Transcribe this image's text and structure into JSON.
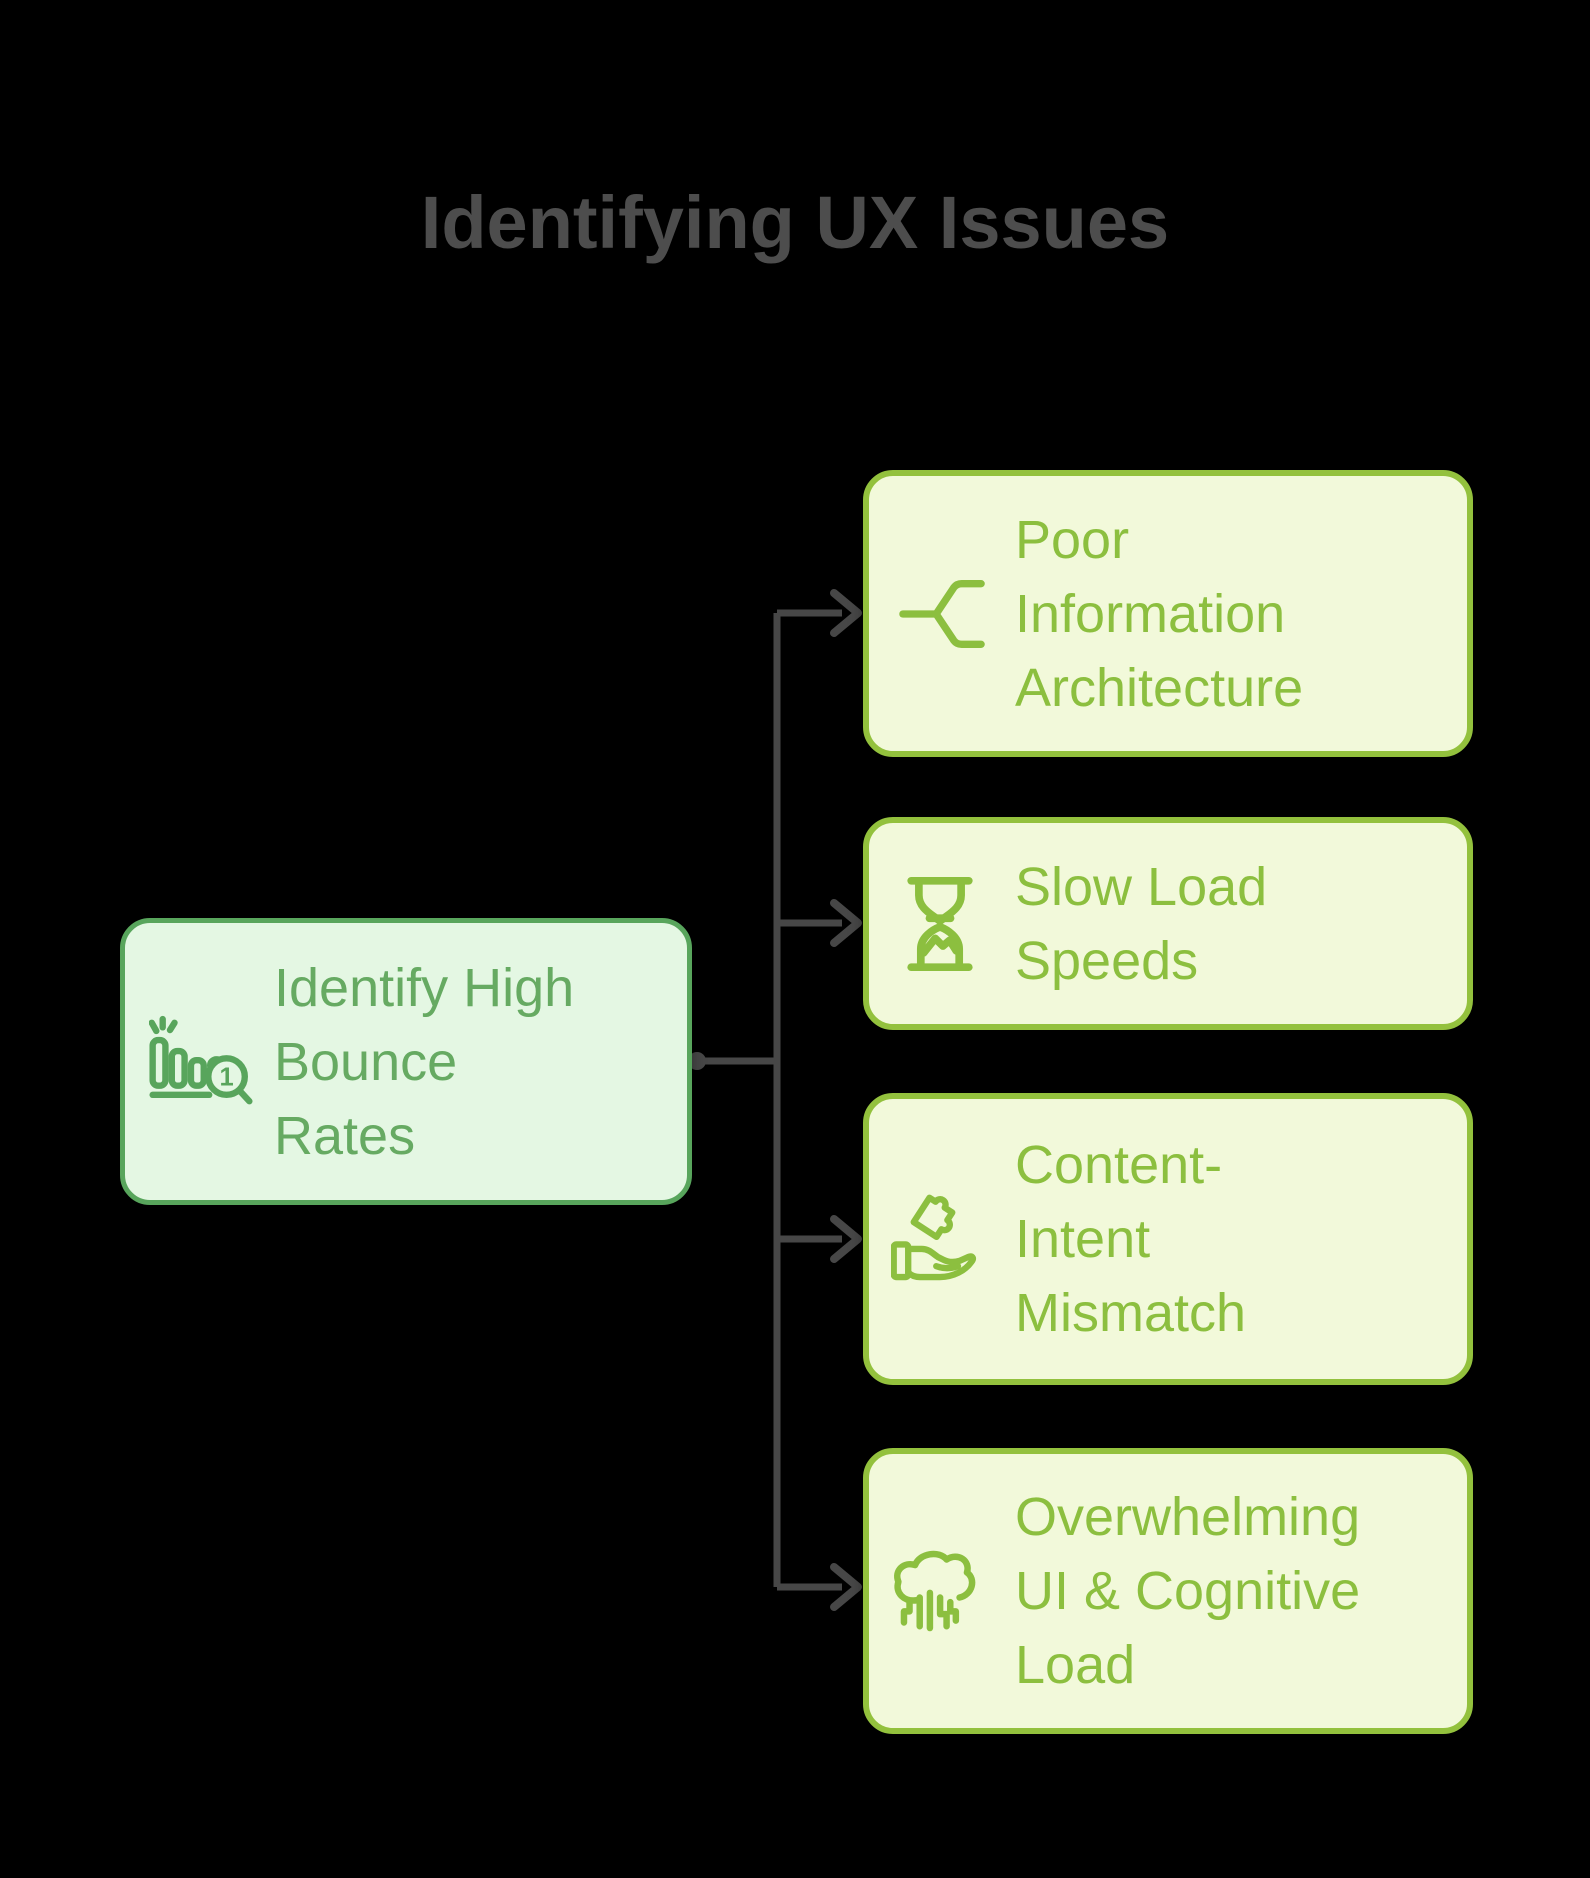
{
  "title": "Identifying UX Issues",
  "root": {
    "label": "Identify High\nBounce\nRates",
    "icon": "bounce-rate-analysis-icon",
    "badge": "1"
  },
  "issues": [
    {
      "label": "Poor\nInformation\nArchitecture",
      "icon": "branch-split-icon"
    },
    {
      "label": "Slow Load\nSpeeds",
      "icon": "hourglass-icon"
    },
    {
      "label": "Content-\nIntent\nMismatch",
      "icon": "hand-holding-puzzle-icon"
    },
    {
      "label": "Overwhelming\nUI & Cognitive\nLoad",
      "icon": "cloud-circuit-icon"
    }
  ],
  "colors": {
    "title": "#4d4d4d",
    "connector": "#474747",
    "root-bg": "#e4f7e3",
    "root-border": "#58a55c",
    "root-text": "#66aa62",
    "issue-bg": "#f2f9da",
    "issue-border": "#93c13d",
    "issue-text": "#8cbf3f",
    "background": "#000000"
  }
}
